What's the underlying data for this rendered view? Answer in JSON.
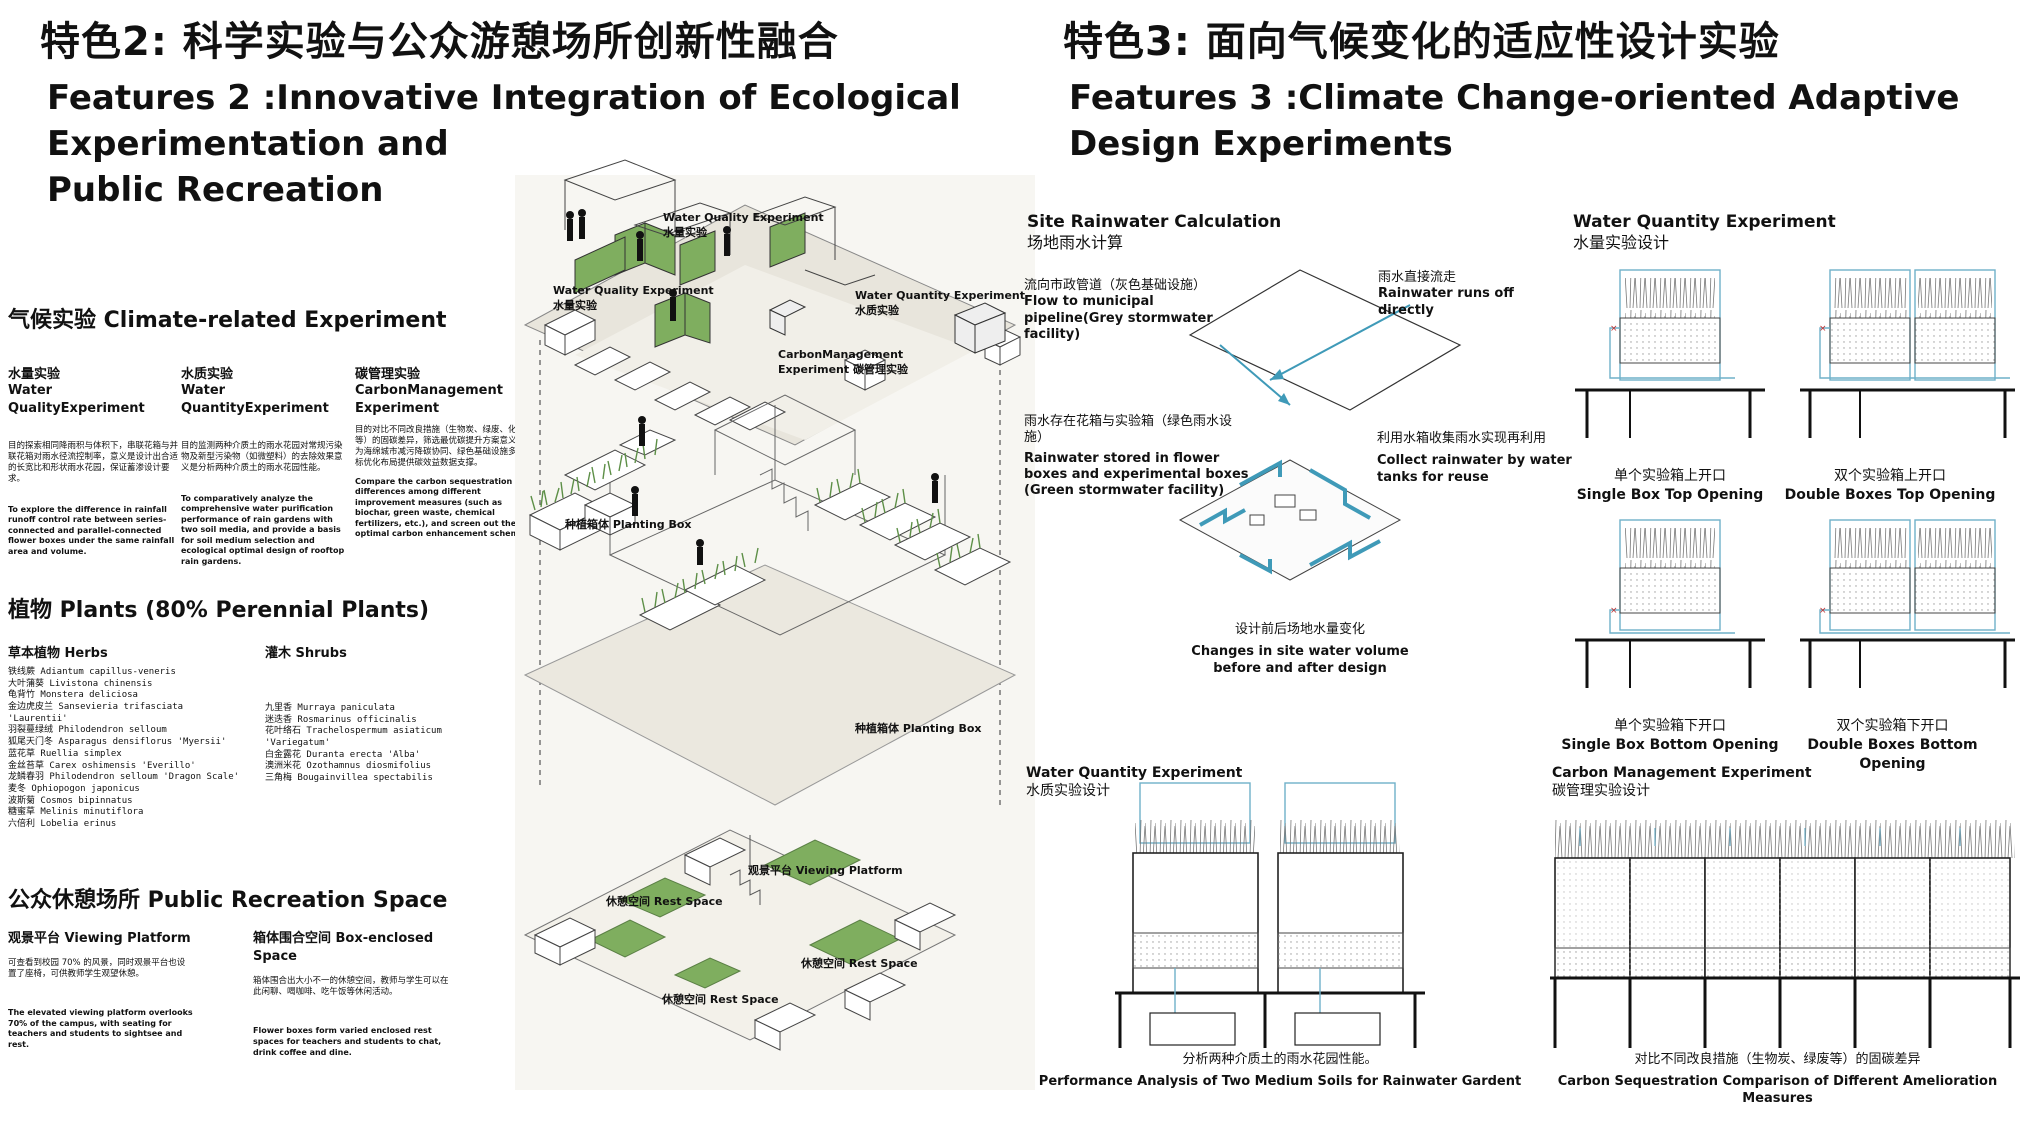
{
  "left": {
    "zh_title": "特色2: 科学实验与公众游憩场所创新性融合",
    "en_title_lines": [
      "Features 2 :Innovative Integration of Ecological",
      "Experimentation and",
      "Public Recreation"
    ],
    "climate": {
      "heading": "气候实验 Climate-related Experiment",
      "cols": [
        {
          "zh": "水量实验",
          "en": "Water QualityExperiment",
          "zh_body": "目的探索相同降雨积与体积下，串联花箱与并联花箱对雨水径流控制率，意义是设计出合适的长宽比和形状雨水花园，保证蓄渗设计要求。",
          "en_body": "To explore the difference in rainfall runoff control rate between series-connected and parallel-connected flower boxes under the same rainfall area and volume."
        },
        {
          "zh": "水质实验",
          "en": "Water QuantityExperiment",
          "zh_body": "目的监测两种介质土的雨水花园对常规污染物及新型污染物（如微塑料）的去除效果意义是分析两种介质土的雨水花园性能。",
          "en_body": "To comparatively analyze the comprehensive water purification performance of rain gardens with two soil media, and provide a basis for soil medium selection and ecological optimal design of rooftop rain gardens."
        },
        {
          "zh": "碳管理实验",
          "en": "CarbonManagement Experiment",
          "zh_body": "目的对比不同改良措施（生物炭、绿废、化肥等）的固碳差异，筛选最优碳提升方案意义是为海绵城市减污降碳协同、绿色基础设施多目标优化布局提供碳效益数据支撑。",
          "en_body": "Compare the carbon sequestration differences among different improvement measures (such as biochar, green waste, chemical fertilizers, etc.), and screen out the optimal carbon enhancement scheme."
        }
      ]
    },
    "plants": {
      "heading": "植物 Plants (80% Perennial Plants)",
      "herbs_title": "草本植物 Herbs",
      "herbs": [
        "铁线蕨 Adiantum capillus-veneris",
        "大叶蒲葵 Livistona chinensis",
        "龟背竹 Monstera deliciosa",
        "金边虎皮兰 Sansevieria trifasciata",
        "'Laurentii'",
        "羽裂蔓绿绒 Philodendron selloum",
        "狐尾天门冬 Asparagus densiflorus 'Myersii'",
        "蓝花草 Ruellia simplex",
        "金丝苔草 Carex oshimensis 'Everillo'",
        "龙鳞春羽 Philodendron selloum 'Dragon Scale'",
        "麦冬 Ophiopogon japonicus",
        "波斯菊 Cosmos bipinnatus",
        "糖蜜草 Melinis minutiflora",
        "六倍利 Lobelia erinus"
      ],
      "shrubs_title": "灌木 Shrubs",
      "shrubs": [
        "九里香 Murraya paniculata",
        "迷迭香 Rosmarinus officinalis",
        "花叶络石 Trachelospermum asiaticum",
        "'Variegatum'",
        "白金露花 Duranta erecta 'Alba'",
        "澳洲米花 Ozothamnus diosmifolius",
        "三角梅 Bougainvillea spectabilis"
      ]
    },
    "recreation": {
      "heading": "公众休憩场所 Public Recreation Space",
      "cols": [
        {
          "title": "观景平台 Viewing Platform",
          "zh_body": "可查看到校园 70% 的风景，同时观景平台也设置了座椅，可供教师学生观望休憩。",
          "en_body": "The elevated viewing platform overlooks 70% of the campus, with seating for teachers and students to sightsee and rest."
        },
        {
          "title": "箱体围合空间 Box-enclosed Space",
          "zh_body": "箱体围合出大小不一的休憩空间，教师与学生可以在此闲聊、喝咖啡、吃午饭等休闲活动。",
          "en_body": "Flower boxes form varied enclosed rest spaces for teachers and students to chat, drink coffee and dine."
        }
      ]
    },
    "iso_labels": {
      "wq1": "Water Quality Experiment",
      "wq1_zh": "水量实验",
      "wq2": "Water Quality Experiment",
      "wq2_zh": "水量实验",
      "wqt": "Water Quantity Experiment",
      "wqt_zh": "水质实验",
      "cm": "CarbonManagement",
      "cm2": "Experiment 碳管理实验",
      "pb1": "种植箱体 Planting Box",
      "pb2": "种植箱体 Planting Box",
      "vp": "观景平台 Viewing Platform",
      "rs1": "休憩空间 Rest Space",
      "rs2": "休憩空间 Rest Space",
      "rs3": "休憩空间 Rest Space"
    }
  },
  "right": {
    "zh_title": "特色3: 面向气候变化的适应性设计实验",
    "en_title_lines": [
      "Features 3 :Climate Change-oriented Adaptive",
      "Design Experiments"
    ],
    "rain_calc": {
      "title": "Site Rainwater Calculation",
      "title_zh": "场地雨水计算",
      "l1_zh": "流向市政管道（灰色基础设施）",
      "l1_en": "Flow to municipal pipeline(Grey stormwater facility)",
      "l2_zh": "雨水直接流走",
      "l2_en": "Rainwater runs off directly",
      "l3_zh": "雨水存在花箱与实验箱（绿色雨水设施）",
      "l3_en": "Rainwater stored in flower boxes and experimental boxes (Green stormwater facility)",
      "l4_zh": "利用水箱收集雨水实现再利用",
      "l4_en": "Collect rainwater by water tanks for reuse",
      "cap_zh": "设计前后场地水量变化",
      "cap_en": "Changes in site water volume before and after design"
    },
    "wq_exp": {
      "title": "Water Quantity Experiment",
      "title_zh": "水量实验设计",
      "cells": [
        {
          "zh": "单个实验箱上开口",
          "en": "Single Box Top Opening"
        },
        {
          "zh": "双个实验箱上开口",
          "en": "Double Boxes Top Opening"
        },
        {
          "zh": "单个实验箱下开口",
          "en": "Single Box Bottom Opening"
        },
        {
          "zh": "双个实验箱下开口",
          "en": "Double Boxes Bottom Opening"
        }
      ]
    },
    "wqual": {
      "title": "Water Quantity Experiment",
      "title_zh": "水质实验设计",
      "cap_zh": "分析两种介质土的雨水花园性能。",
      "cap_en": "Performance Analysis of Two Medium Soils for Rainwater Gardent"
    },
    "carbon": {
      "title": "Carbon Management Experiment",
      "title_zh": "碳管理实验设计",
      "cap_zh": "对比不同改良措施（生物炭、绿废等）的固碳差异",
      "cap_en": "Carbon Sequestration Comparison of Different Amelioration Measures"
    }
  },
  "colors": {
    "green": "#7fae5f",
    "blue": "#3f9ab8",
    "line": "#333333",
    "grey": "#e9e6df"
  }
}
